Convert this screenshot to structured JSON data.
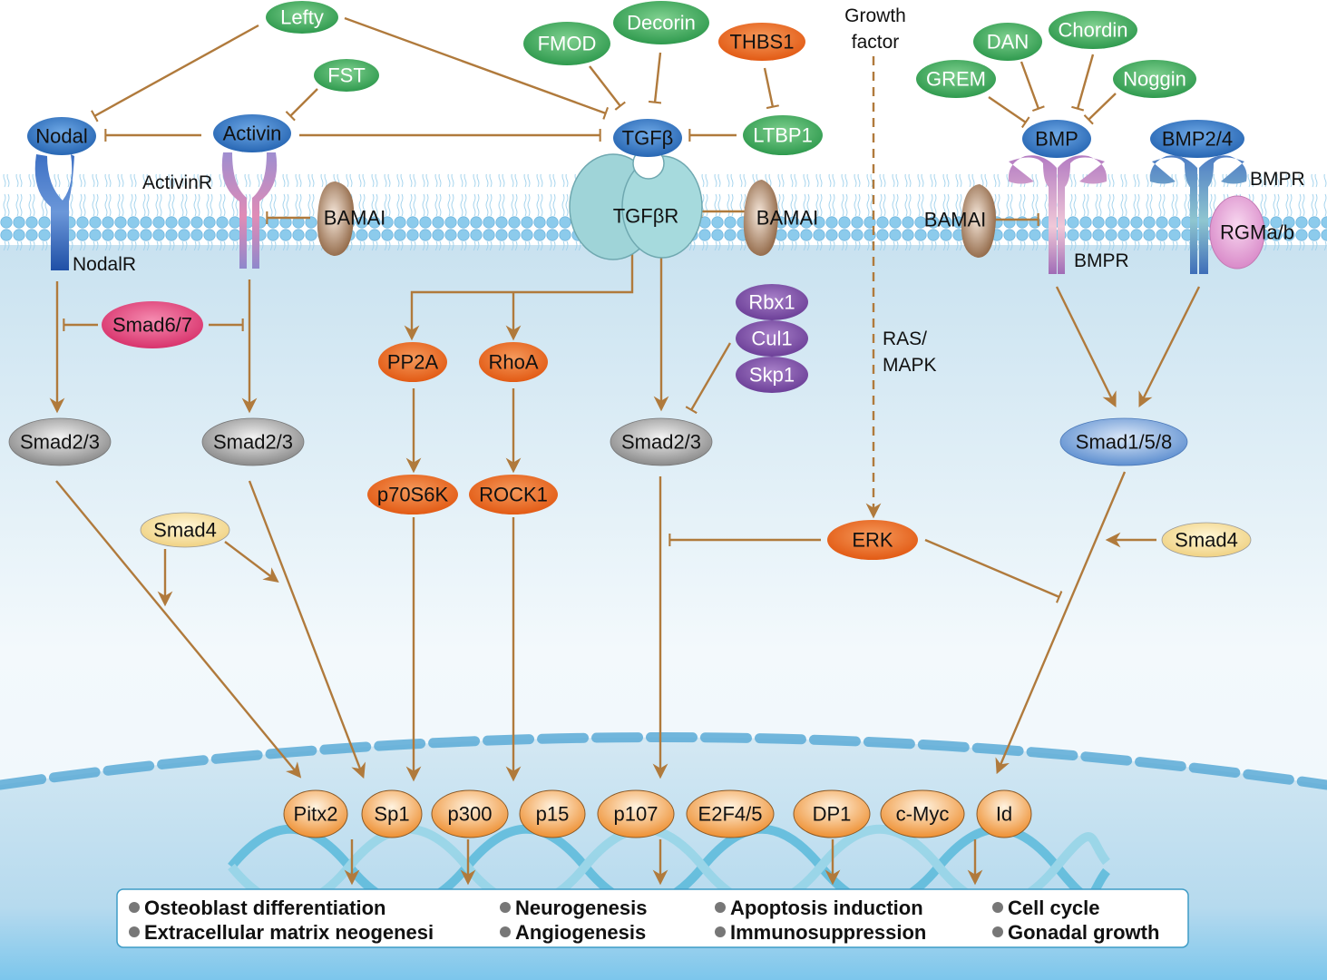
{
  "colors": {
    "green": "#3aa35a",
    "blue": "#2f74c0",
    "orange": "#e86620",
    "purple": "#7a4aa0",
    "gray": "#9a9a9a",
    "pink": "#e0477a",
    "yellow": "#f5dc95",
    "tf_orange": "#f2a050",
    "arrow": "#b07a3c",
    "membrane": "#7fc3e6",
    "bamai": "#9b7350"
  },
  "extracellular": {
    "lefty": "Lefty",
    "fst": "FST",
    "fmod": "FMOD",
    "decorin": "Decorin",
    "thbs1": "THBS1",
    "ltbp1": "LTBP1",
    "growth_factor_line1": "Growth",
    "growth_factor_line2": "factor",
    "grem": "GREM",
    "dan": "DAN",
    "chordin": "Chordin",
    "noggin": "Noggin"
  },
  "ligands": {
    "nodal": "Nodal",
    "activin": "Activin",
    "tgfb": "TGFβ",
    "bmp": "BMP",
    "bmp24": "BMP2/4"
  },
  "receptors": {
    "nodalr": "NodalR",
    "activinr": "ActivinR",
    "tgfbr": "TGFβR",
    "bmpr_left": "BMPR",
    "bmpr_right": "BMPR",
    "rgmab": "RGMa/b",
    "bamai": "BAMAI"
  },
  "cytoplasm": {
    "smad67": "Smad6/7",
    "smad23_a": "Smad2/3",
    "smad23_b": "Smad2/3",
    "smad23_c": "Smad2/3",
    "smad4_left": "Smad4",
    "smad4_right": "Smad4",
    "pp2a": "PP2A",
    "rhoa": "RhoA",
    "p70s6k": "p70S6K",
    "rock1": "ROCK1",
    "rbx1": "Rbx1",
    "cul1": "Cul1",
    "skp1": "Skp1",
    "ras_mapk_line1": "RAS/",
    "ras_mapk_line2": "MAPK",
    "erk": "ERK",
    "smad158": "Smad1/5/8"
  },
  "nucleus": {
    "factors": [
      "Pitx2",
      "Sp1",
      "p300",
      "p15",
      "p107",
      "E2F4/5",
      "DP1",
      "c-Myc",
      "Id"
    ]
  },
  "outcomes": [
    "Osteoblast differentiation",
    "Extracellular matrix neogenesi",
    "Neurogenesis",
    "Angiogenesis",
    "Apoptosis induction",
    "Immunosuppression",
    "Cell cycle",
    "Gonadal growth"
  ]
}
